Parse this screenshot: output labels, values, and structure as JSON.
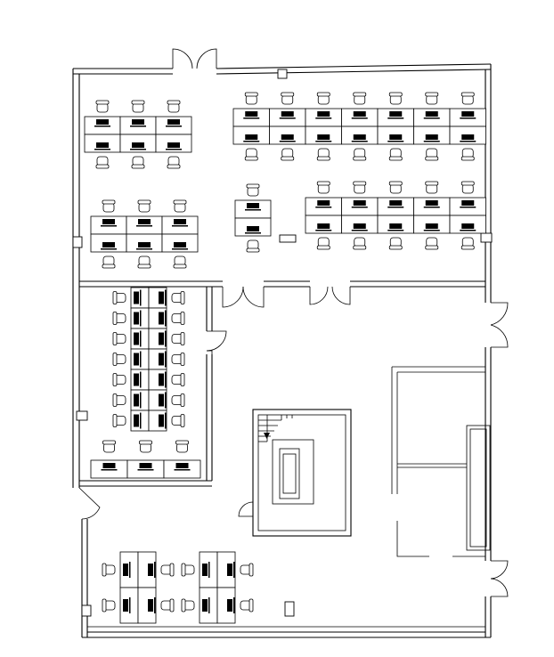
{
  "drawing": {
    "type": "office floor plan",
    "text_labels": []
  },
  "colors": {
    "line": "#000000",
    "background": "#ffffff"
  },
  "furniture_groups": [
    {
      "id": "north-east-open-office",
      "desks": 14
    },
    {
      "id": "north-west-cluster",
      "desks": 6
    },
    {
      "id": "middle-west-row",
      "desks": 6
    },
    {
      "id": "single-desk-pair",
      "desks": 2
    },
    {
      "id": "middle-east-row",
      "desks": 10
    },
    {
      "id": "west-room-bench",
      "desks": 14
    },
    {
      "id": "south-west-benches",
      "desks": 8
    }
  ]
}
